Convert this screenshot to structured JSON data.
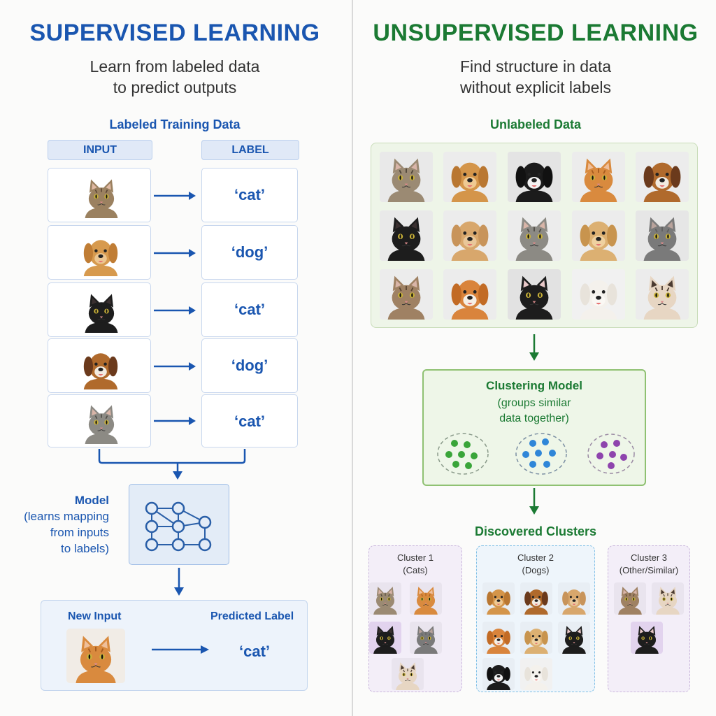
{
  "supervised": {
    "title": "SUPERVISED LEARNING",
    "subtitle_line1": "Learn from labeled data",
    "subtitle_line2": "to predict outputs",
    "training_title": "Labeled Training Data",
    "input_header": "INPUT",
    "label_header": "LABEL",
    "rows": [
      {
        "animal": "tabby-cat",
        "label": "‘cat’"
      },
      {
        "animal": "golden-dog",
        "label": "‘dog’"
      },
      {
        "animal": "black-cat",
        "label": "‘cat’"
      },
      {
        "animal": "beagle-dog",
        "label": "‘dog’"
      },
      {
        "animal": "gray-tabby-cat",
        "label": "‘cat’"
      }
    ],
    "model_line1": "Model",
    "model_line2": "(learns mapping",
    "model_line3": "from inputs",
    "model_line4": "to labels)",
    "new_input_label": "New Input",
    "predicted_label_title": "Predicted Label",
    "predicted_value": "‘cat’"
  },
  "unsupervised": {
    "title": "UNSUPERVISED LEARNING",
    "subtitle_line1": "Find structure in data",
    "subtitle_line2": "without explicit labels",
    "unlabeled_title": "Unlabeled Data",
    "clustering_title": "Clustering Model",
    "clustering_desc1": "(groups similar",
    "clustering_desc2": "data together)",
    "discovered_title": "Discovered Clusters",
    "clusters": [
      {
        "name": "Cluster 1",
        "desc": "(Cats)"
      },
      {
        "name": "Cluster 2",
        "desc": "(Dogs)"
      },
      {
        "name": "Cluster 3",
        "desc": "(Other/Similar)"
      }
    ]
  },
  "colors": {
    "supervised_accent": "#1a56b0",
    "unsupervised_accent": "#1b7a33",
    "cluster_green": "#3aa53a",
    "cluster_blue": "#2f86d8",
    "cluster_purple": "#8e44ad"
  }
}
